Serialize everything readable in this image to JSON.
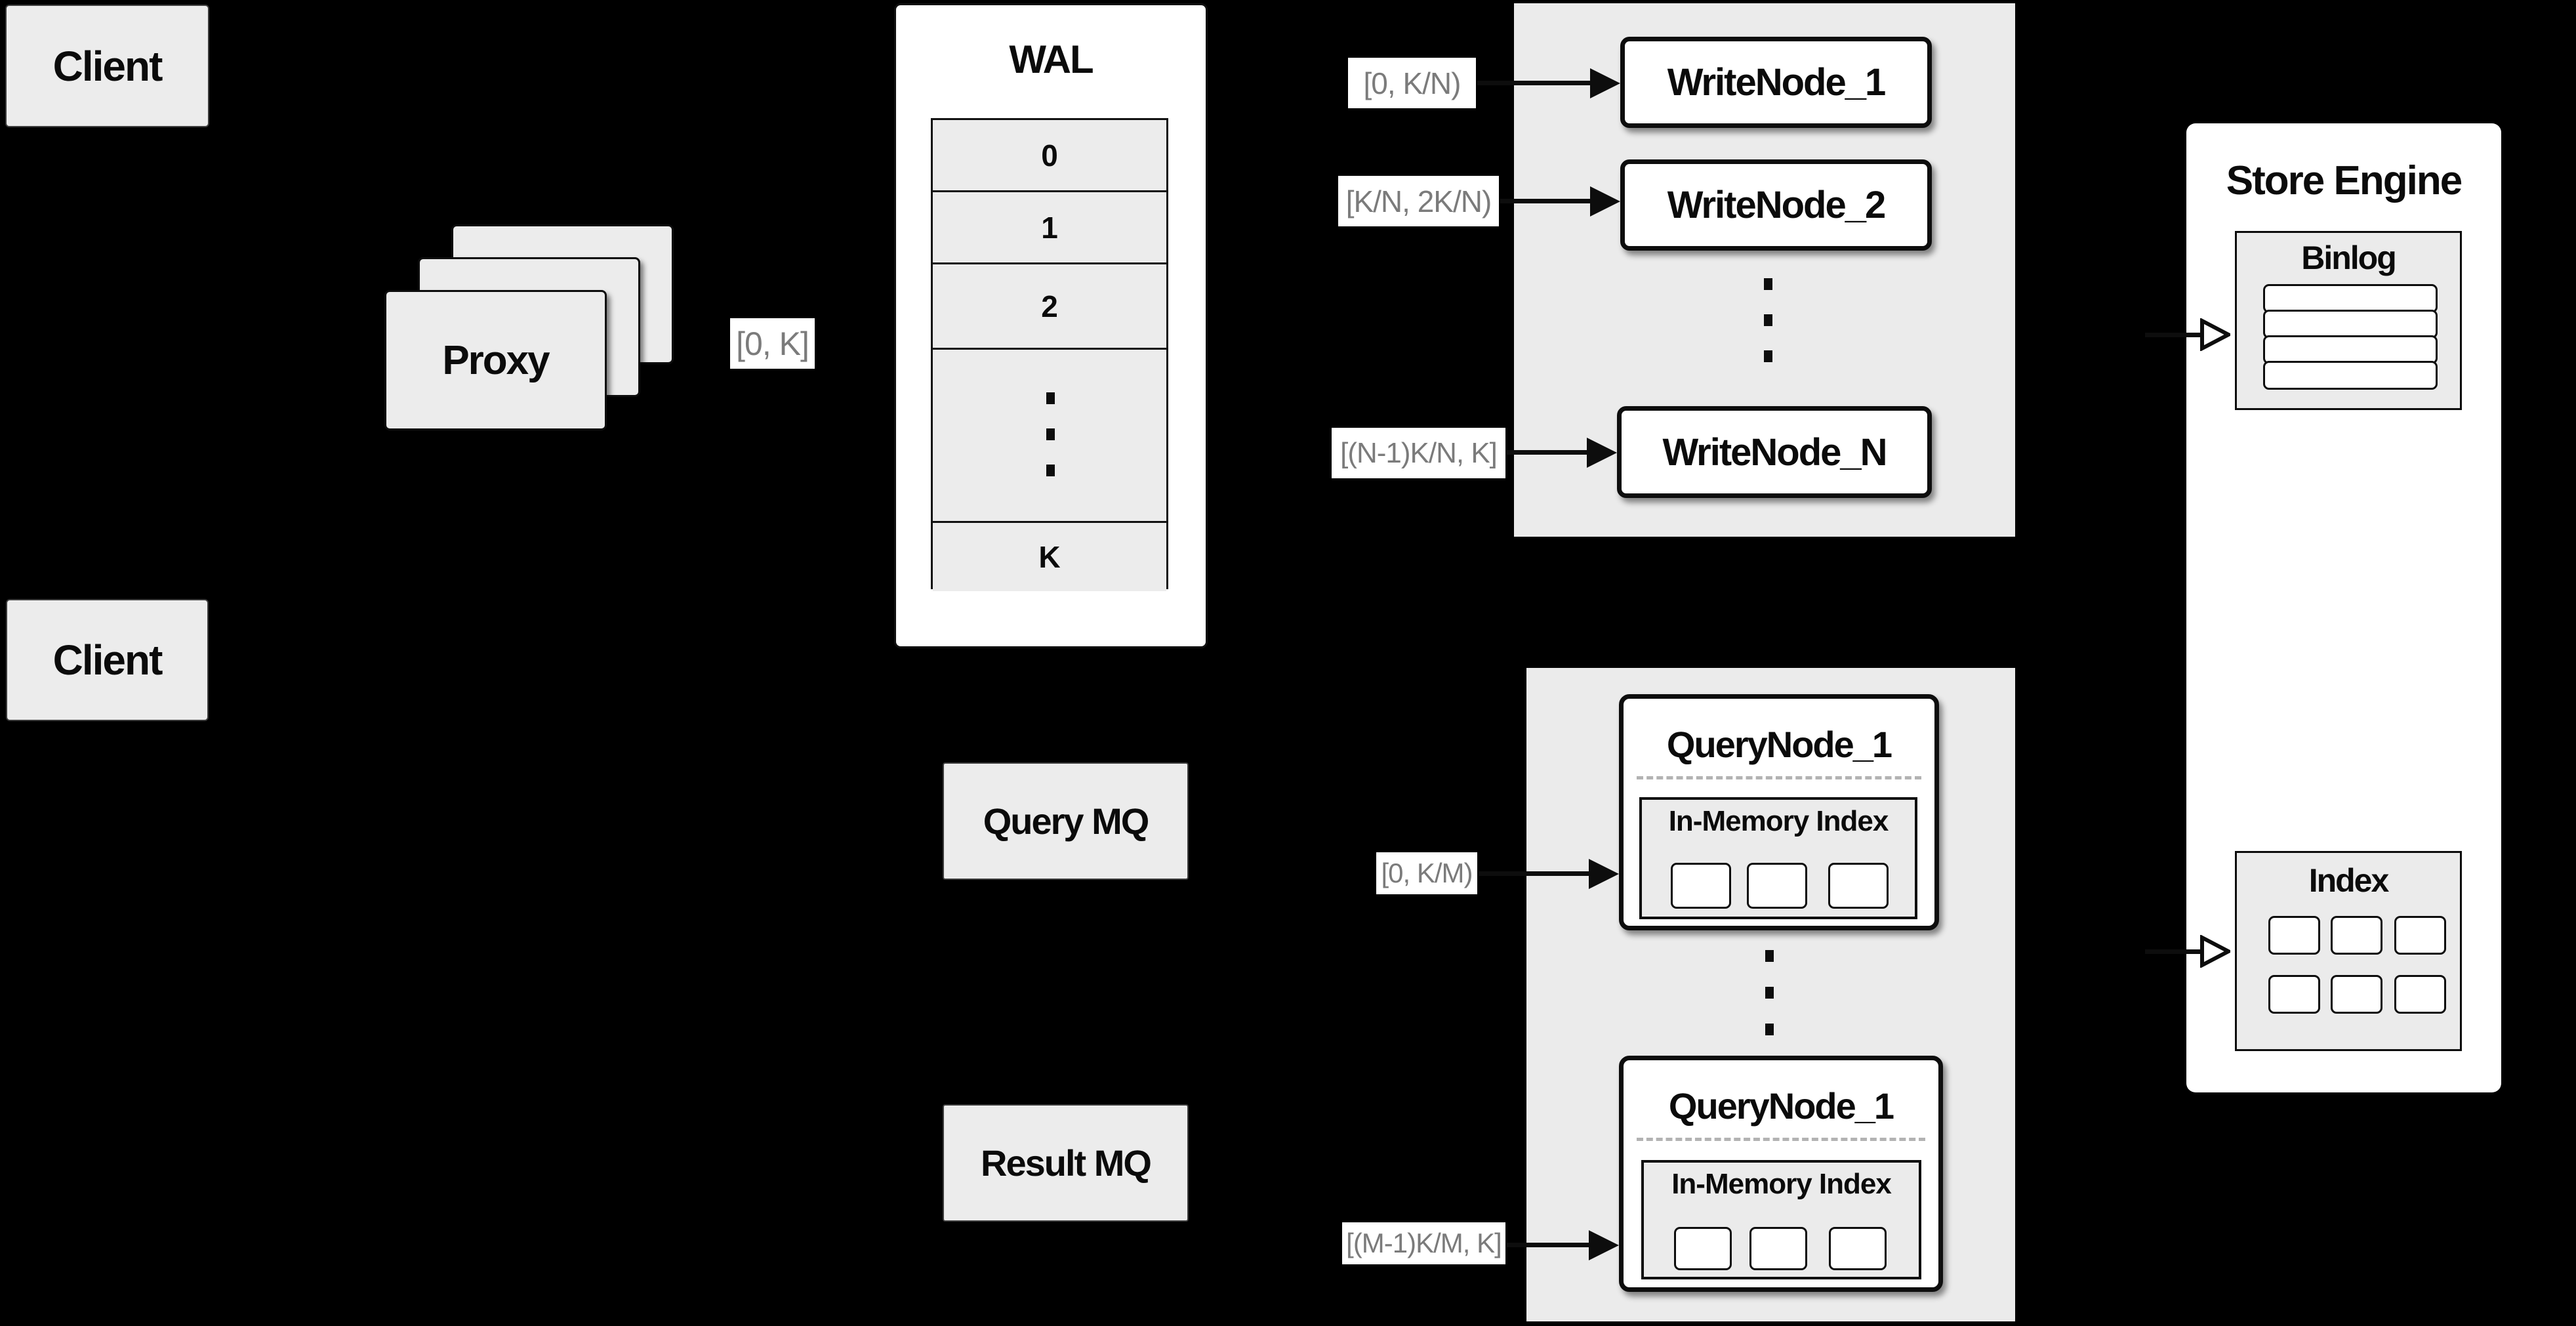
{
  "colors": {
    "background": "#000000",
    "panel_gray": "#ebebeb",
    "box_gray": "#ececec",
    "box_white": "#ffffff",
    "line_black": "#0d0d0d",
    "range_label_text": "#7b7b7b",
    "dashed_divider": "#b3b3b3"
  },
  "clients": {
    "top": "Client",
    "bottom": "Client"
  },
  "proxy": {
    "label": "Proxy"
  },
  "range_labels": {
    "proxy_to_wal": "[0, K]",
    "write_1": "[0, K/N)",
    "write_2": "[K/N, 2K/N)",
    "write_n": "[(N-1)K/N, K]",
    "query_1": "[0, K/M)",
    "query_2": "[(M-1)K/M, K]"
  },
  "wal": {
    "title": "WAL",
    "rows": [
      "0",
      "1",
      "2",
      "K"
    ]
  },
  "write_group": {
    "nodes": [
      "WriteNode_1",
      "WriteNode_2",
      "WriteNode_N"
    ]
  },
  "query_group": {
    "nodes": [
      {
        "title": "QueryNode_1",
        "inner": "In-Memory Index"
      },
      {
        "title": "QueryNode_1",
        "inner": "In-Memory Index"
      }
    ]
  },
  "mq": {
    "query": "Query MQ",
    "result": "Result MQ"
  },
  "store_engine": {
    "title": "Store Engine",
    "binlog": "Binlog",
    "index": "Index"
  }
}
